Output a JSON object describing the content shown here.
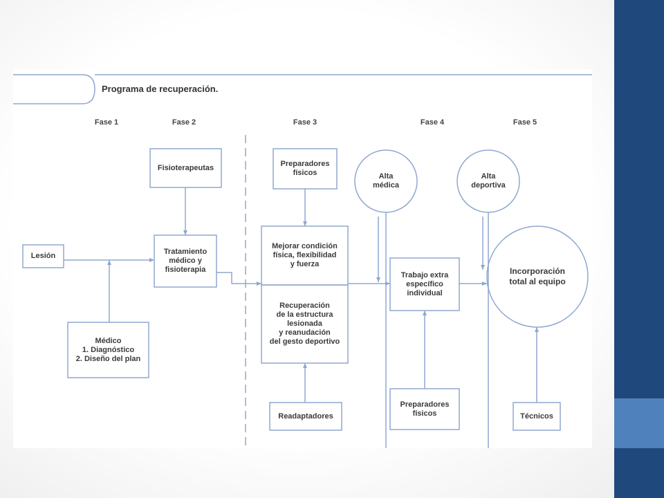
{
  "slide": {
    "colors": {
      "side_band": "#1f497d",
      "side_accent": "#4f81bd",
      "line": "#8fa7cf",
      "text": "#3a3a3a"
    }
  },
  "diagram": {
    "title": "Programa de recuperación.",
    "phases": [
      "Fase 1",
      "Fase 2",
      "Fase 3",
      "Fase 4",
      "Fase 5"
    ],
    "nodes": {
      "lesion": "Lesión",
      "medico": "Médico\n1. Diagnóstico\n2. Diseño del plan",
      "fisioterapeutas": "Fisioterapeutas",
      "tratamiento": "Tratamiento\nmédico y\nfisioterapia",
      "preparadores_fase3": "Preparadores\nfísicos",
      "mejorar": "Mejorar condición\nfísica, flexibilidad\ny fuerza",
      "recuperacion": "Recuperación\nde la estructura\nlesionada\ny reanudación\ndel gesto deportivo",
      "readaptadores": "Readaptadores",
      "alta_medica": "Alta\nmédica",
      "trabajo_extra": "Trabajo extra\nespecífico\nindividual",
      "preparadores_fase4": "Preparadores\nfísicos",
      "alta_deportiva": "Alta\ndeportiva",
      "incorporacion": "Incorporación\ntotal al equipo",
      "tecnicos": "Técnicos"
    }
  }
}
